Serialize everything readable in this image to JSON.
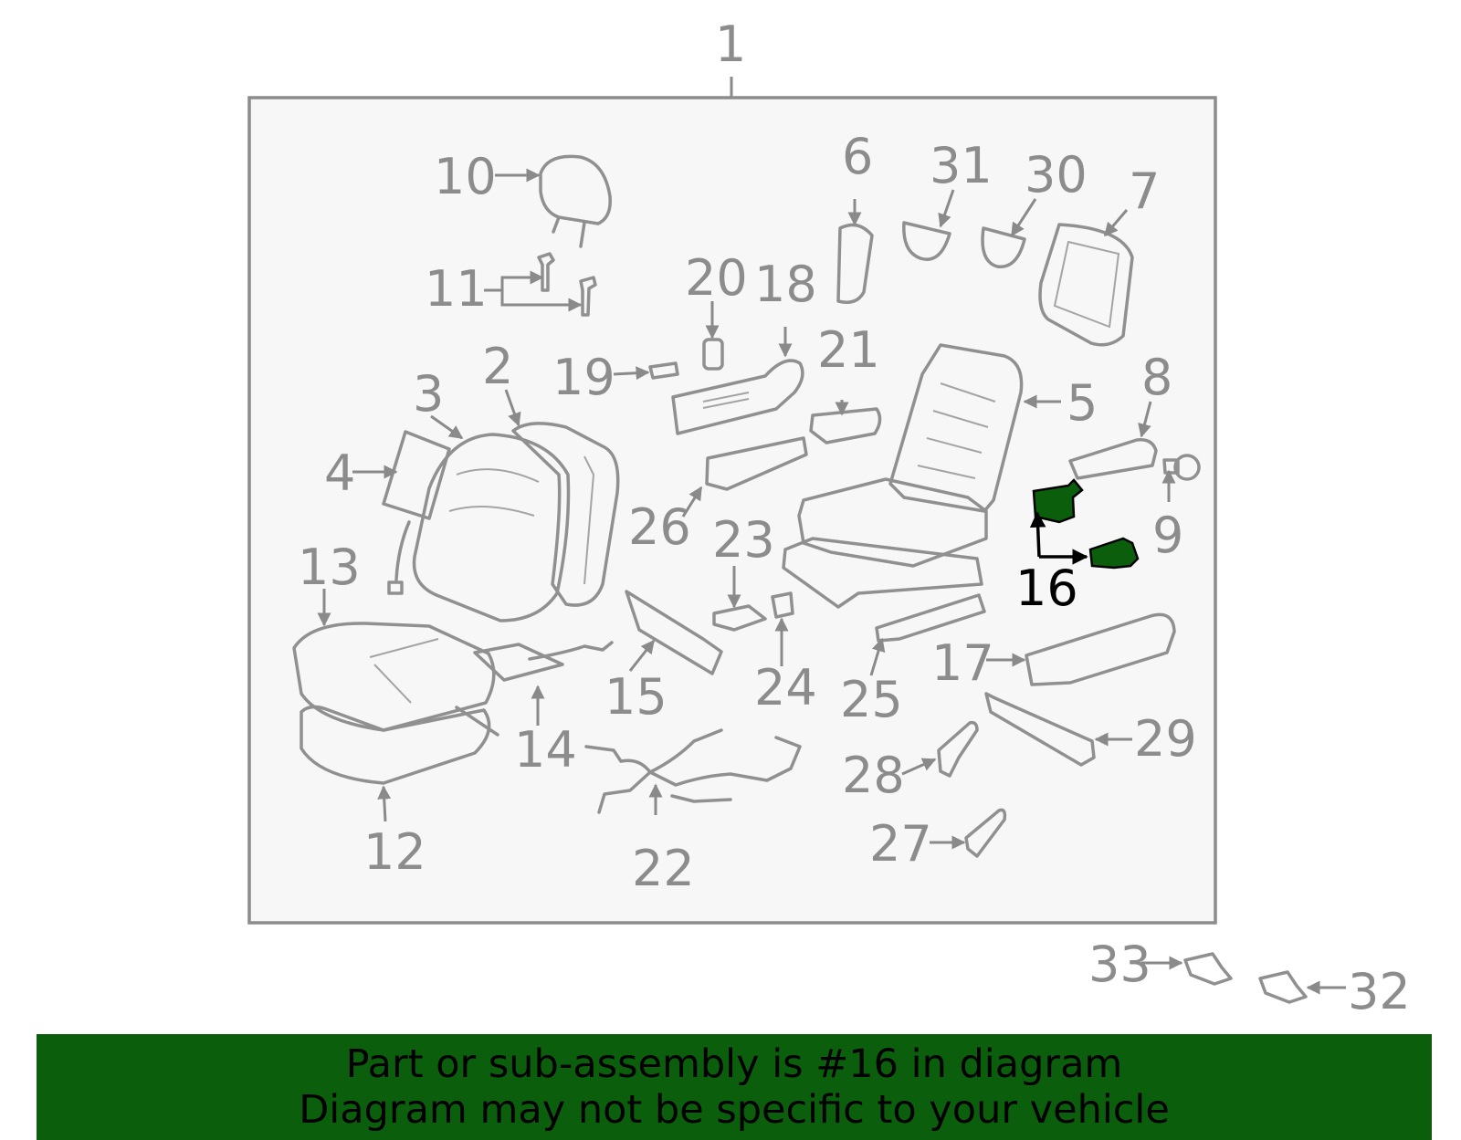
{
  "diagram": {
    "highlight_color": "#0b5e0b",
    "highlighted_part": "16",
    "labels": [
      {
        "id": "1",
        "text": "1"
      },
      {
        "id": "2",
        "text": "2"
      },
      {
        "id": "3",
        "text": "3"
      },
      {
        "id": "4",
        "text": "4"
      },
      {
        "id": "5",
        "text": "5"
      },
      {
        "id": "6",
        "text": "6"
      },
      {
        "id": "7",
        "text": "7"
      },
      {
        "id": "8",
        "text": "8"
      },
      {
        "id": "9",
        "text": "9"
      },
      {
        "id": "10",
        "text": "10"
      },
      {
        "id": "11",
        "text": "11"
      },
      {
        "id": "12",
        "text": "12"
      },
      {
        "id": "13",
        "text": "13"
      },
      {
        "id": "14",
        "text": "14"
      },
      {
        "id": "15",
        "text": "15"
      },
      {
        "id": "16",
        "text": "16"
      },
      {
        "id": "17",
        "text": "17"
      },
      {
        "id": "18",
        "text": "18"
      },
      {
        "id": "19",
        "text": "19"
      },
      {
        "id": "20",
        "text": "20"
      },
      {
        "id": "21",
        "text": "21"
      },
      {
        "id": "22",
        "text": "22"
      },
      {
        "id": "23",
        "text": "23"
      },
      {
        "id": "24",
        "text": "24"
      },
      {
        "id": "25",
        "text": "25"
      },
      {
        "id": "26",
        "text": "26"
      },
      {
        "id": "27",
        "text": "27"
      },
      {
        "id": "28",
        "text": "28"
      },
      {
        "id": "29",
        "text": "29"
      },
      {
        "id": "30",
        "text": "30"
      },
      {
        "id": "31",
        "text": "31"
      },
      {
        "id": "32",
        "text": "32"
      },
      {
        "id": "33",
        "text": "33"
      }
    ]
  },
  "banner": {
    "line1": "Part or sub-assembly is #16 in diagram",
    "line2": "Diagram may not be specific to your vehicle",
    "background": "#0b5e0b"
  }
}
